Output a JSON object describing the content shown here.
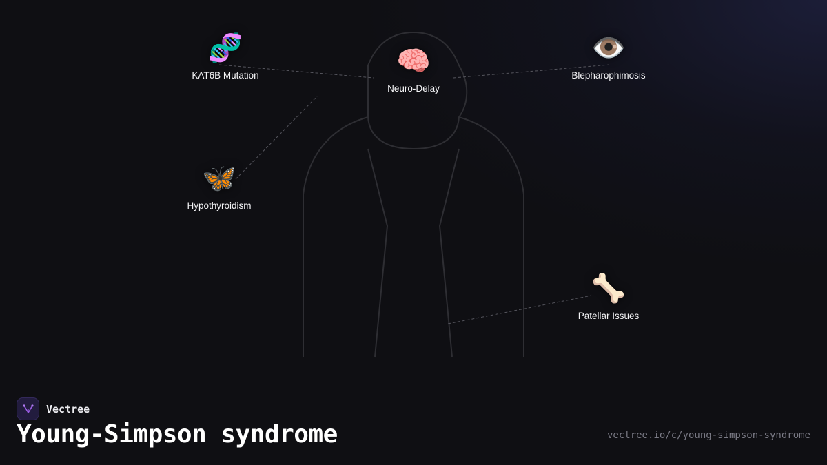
{
  "brand": {
    "name": "Vectree",
    "logo_icon": "vectree-logo-icon",
    "accent": "#9b5de5"
  },
  "title": "Young-Simpson syndrome",
  "url": "vectree.io/c/young-simpson-syndrome",
  "colors": {
    "background": "#0f0f13",
    "outline": "#2e2e33",
    "connector": "#55555d"
  },
  "nodes": [
    {
      "id": "kat6b",
      "label": "KAT6B Mutation",
      "emoji": "🧬",
      "icon": "dna-icon"
    },
    {
      "id": "neuro",
      "label": "Neuro-Delay",
      "emoji": "🧠",
      "icon": "brain-icon"
    },
    {
      "id": "bleph",
      "label": "Blepharophimosis",
      "emoji": "👁️",
      "icon": "eye-icon"
    },
    {
      "id": "hypo",
      "label": "Hypothyroidism",
      "emoji": "🦋",
      "icon": "butterfly-icon"
    },
    {
      "id": "patellar",
      "label": "Patellar Issues",
      "emoji": "🦴",
      "icon": "bone-icon"
    }
  ]
}
